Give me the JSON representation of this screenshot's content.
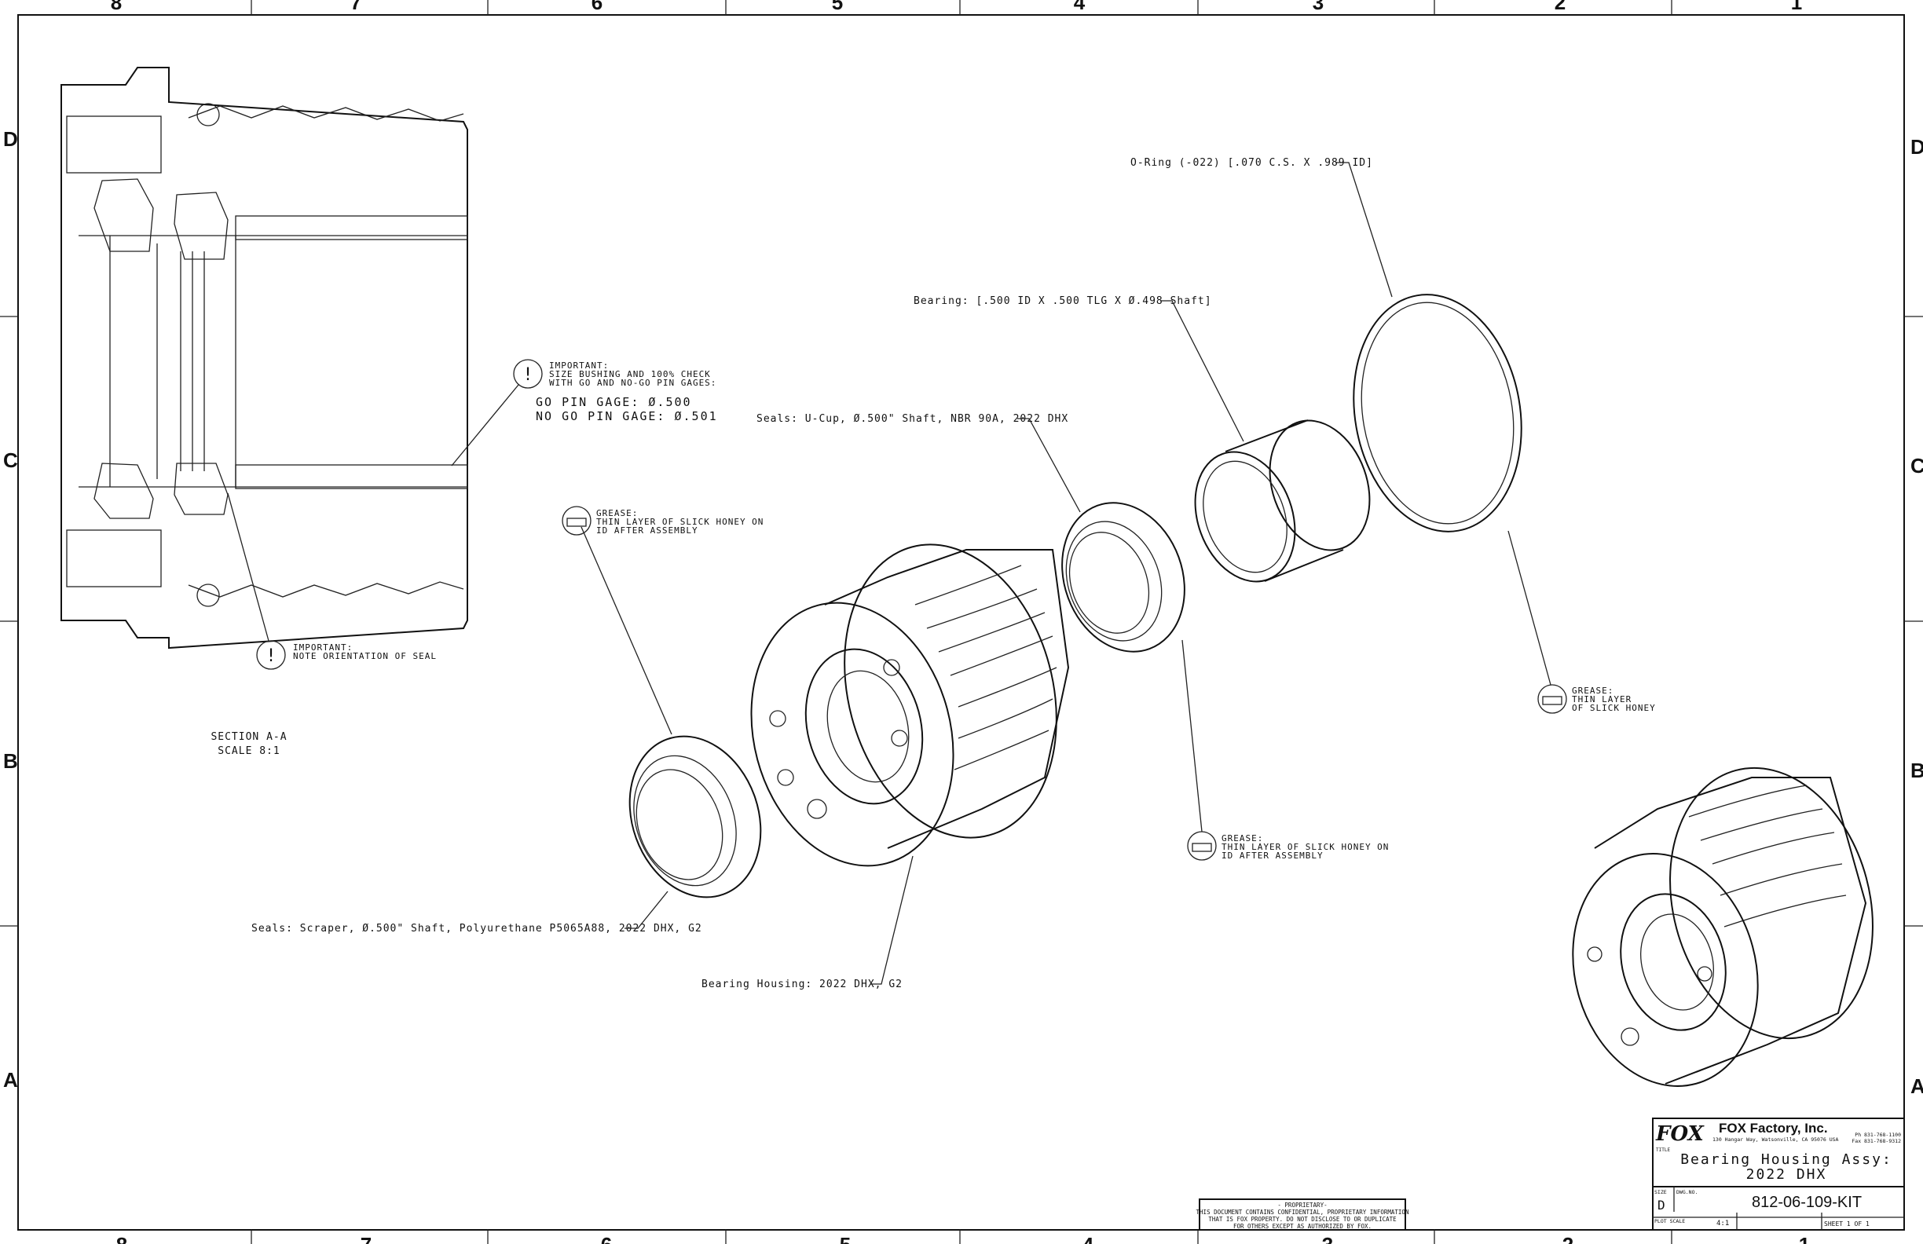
{
  "border": {
    "columns": [
      "8",
      "7",
      "6",
      "5",
      "4",
      "3",
      "2",
      "1"
    ],
    "rows": [
      "D",
      "C",
      "B",
      "A"
    ]
  },
  "section_view": {
    "title": "SECTION A-A",
    "scale": "SCALE 8:1"
  },
  "notes": {
    "important_gage": {
      "lines": [
        "IMPORTANT:",
        "SIZE BUSHING AND 100% CHECK",
        "WITH GO AND NO-GO PIN GAGES:"
      ],
      "go": "GO PIN GAGE: Ø.500",
      "nogo": "NO GO PIN GAGE: Ø.501"
    },
    "important_seal": {
      "lines": [
        "IMPORTANT:",
        "NOTE ORIENTATION OF SEAL"
      ]
    },
    "grease_scraper": {
      "icon_text": "GREASE",
      "lines": [
        "GREASE:",
        "THIN LAYER OF SLICK HONEY ON",
        "ID AFTER ASSEMBLY"
      ]
    },
    "grease_ucup": {
      "icon_text": "GREASE",
      "lines": [
        "GREASE:",
        "THIN LAYER OF SLICK HONEY ON",
        "ID AFTER ASSEMBLY"
      ]
    },
    "grease_oring": {
      "icon_text": "GREASE",
      "lines": [
        "GREASE:",
        "THIN LAYER",
        "OF SLICK HONEY"
      ]
    }
  },
  "callouts": {
    "oring": "O-Ring (-022) [.070 C.S. X .989 ID]",
    "bearing": "Bearing: [.500 ID X .500 TLG X Ø.498 Shaft]",
    "ucup": "Seals: U-Cup, Ø.500\" Shaft, NBR 90A, 2022 DHX",
    "scraper": "Seals: Scraper, Ø.500\" Shaft, Polyurethane P5065A88, 2022 DHX, G2",
    "housing": "Bearing Housing: 2022 DHX, G2"
  },
  "proprietary": {
    "lines": [
      "- PROPRIETARY-",
      "THIS DOCUMENT CONTAINS CONFIDENTIAL, PROPRIETARY INFORMATION",
      "THAT IS FOX PROPERTY.  DO NOT DISCLOSE TO OR DUPLICATE",
      "FOR OTHERS EXCEPT AS AUTHORIZED BY FOX."
    ]
  },
  "title_block": {
    "logo": "FOX",
    "company": "FOX Factory, Inc.",
    "address": "130 Hangar Way, Watsonville, CA 95076 USA",
    "phone": "Ph 831-768-1100",
    "fax": "Fax 831-768-9312",
    "title_label": "TITLE",
    "title_line1": "Bearing Housing Assy:",
    "title_line2": "2022 DHX",
    "size_label": "SIZE",
    "size": "D",
    "dwg_label": "DWG.NO.",
    "dwg_no": "812-06-109-KIT",
    "plot_scale_label": "PLOT SCALE",
    "plot_scale": "4:1",
    "sheet": "SHEET  1 OF 1"
  }
}
